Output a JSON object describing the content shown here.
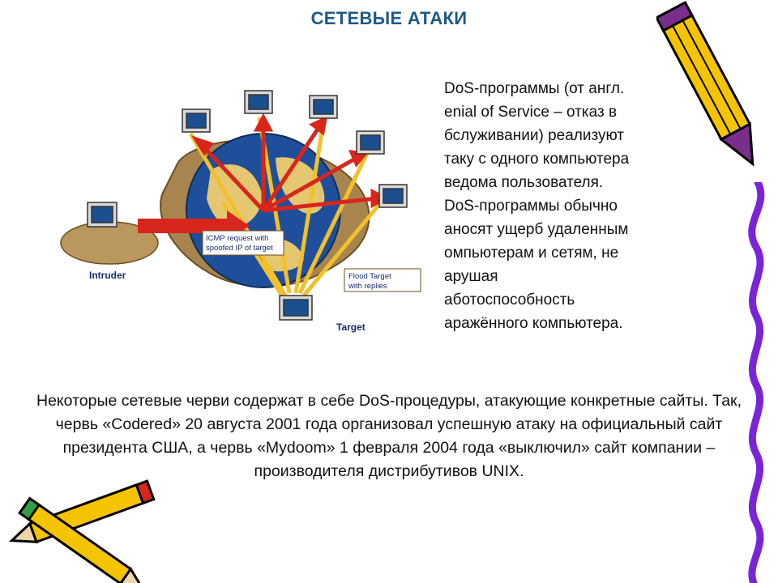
{
  "title": "СЕТЕВЫЕ АТАКИ",
  "right_paragraph": [
    "DoS-программы (от англ.",
    "enial of Service – отказ в",
    "бслуживании) реализуют",
    "таку с одного компьютера",
    "ведома пользователя.",
    "DoS-программы обычно",
    "аносят ущерб удаленным",
    "омпьютерам и сетям, не",
    "арушая",
    "аботоспособность",
    "аражённого компьютера."
  ],
  "diagram": {
    "intruder_label": "Intruder",
    "icmp_label_1": "ICMP request with",
    "icmp_label_2": "spoofed IP of target",
    "flood_label_1": "Flood Target",
    "flood_label_2": "with replies",
    "target_label": "Target"
  },
  "bottom_paragraph": "Некоторые сетевые черви содержат в себе DoS-процедуры, атакующие конкретные сайты. Так, червь «Codered» 20 августа 2001 года организовал успешную атаку на официальный сайт президента США, а червь «Mydoom» 1 февраля 2004 года «выключил» сайт компании – производителя дистрибутивов UNIX."
}
